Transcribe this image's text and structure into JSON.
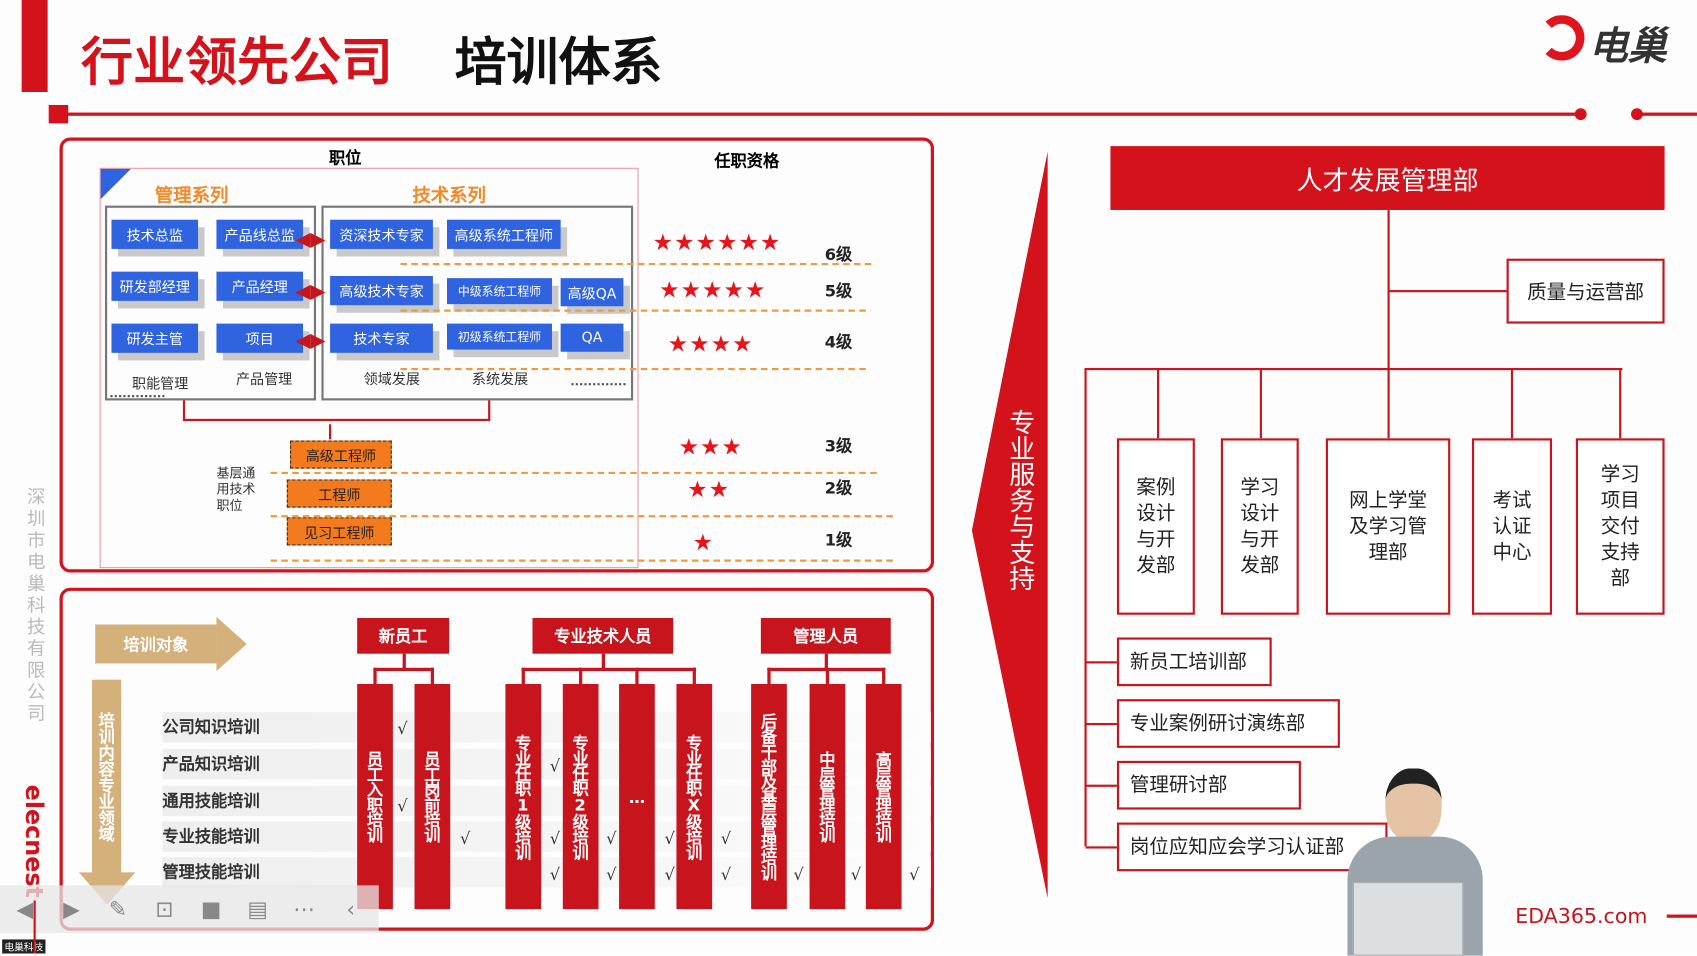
{
  "header": {
    "title_red": "行业领先公司",
    "title_black": "培训体系",
    "logo_text": "电巢"
  },
  "top_panel": {
    "position_label": "职位",
    "qualification_label": "任职资格",
    "mgmt_series": "管理系列",
    "tech_series": "技术系列",
    "mgmt_roles": [
      "技术总监",
      "产品线总监",
      "研发部经理",
      "产品经理",
      "研发主管",
      "项目"
    ],
    "tech_roles": [
      "资深技术专家",
      "高级系统工程师",
      "高级技术专家",
      "中级系统工程师",
      "高级QA",
      "技术专家",
      "初级系统工程师",
      "QA"
    ],
    "track_labels": [
      "职能管理",
      "产品管理",
      "领域发展",
      "系统发展"
    ],
    "basic_group_label": "基层通用技术职位",
    "basic_roles": [
      "高级工程师",
      "工程师",
      "见习工程师"
    ],
    "levels": [
      {
        "label": "6级",
        "stars": 6
      },
      {
        "label": "5级",
        "stars": 5
      },
      {
        "label": "4级",
        "stars": 4
      },
      {
        "label": "3级",
        "stars": 3
      },
      {
        "label": "2级",
        "stars": 2
      },
      {
        "label": "1级",
        "stars": 1
      }
    ]
  },
  "bottom_panel": {
    "target_label": "培训对象",
    "content_label": "培训内容专业领域",
    "rows": [
      "公司知识培训",
      "产品知识培训",
      "通用技能培训",
      "专业技能培训",
      "管理技能培训"
    ],
    "groups": [
      "新员工",
      "专业技术人员",
      "管理人员"
    ],
    "columns": [
      "员工入职培训",
      "员工岗前培训",
      "专业任职1级培训",
      "专业任职2级培训",
      "…",
      "专业任职X级培训",
      "后备干部及基层管理培训",
      "中层管理培训",
      "高层管理培训"
    ],
    "check": "√"
  },
  "arrow_text": "专业服务与支持",
  "org": {
    "root": "人才发展管理部",
    "side": "质量与运营部",
    "depts": [
      "案例设计与开发部",
      "学习设计与开发部",
      "网上学堂及学习管理部",
      "考试认证中心",
      "学习项目交付支持部"
    ],
    "branches": [
      "新员工培训部",
      "专业案例研讨演练部",
      "管理研讨部",
      "岗位应知应会学习认证部"
    ]
  },
  "watermark": {
    "company": "深圳市电巢科技有限公司",
    "brand": "elecnest"
  },
  "footer": {
    "site": "EDA365.com",
    "corner_label": "电巢科技"
  }
}
